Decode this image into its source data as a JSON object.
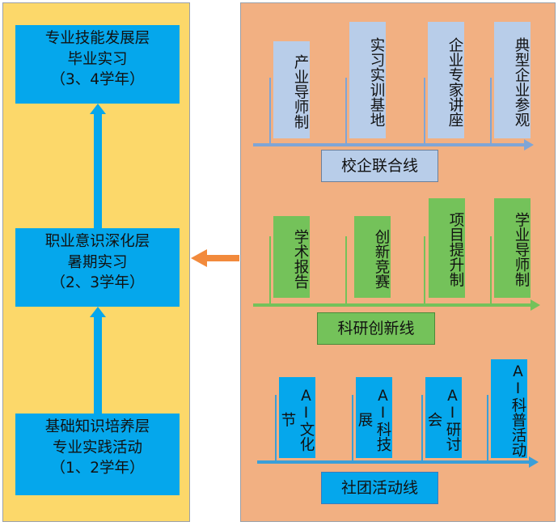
{
  "stages": [
    {
      "lines": [
        "专业技能发展层",
        "毕业实习",
        "（3、4学年）"
      ]
    },
    {
      "lines": [
        "职业意识深化层",
        "暑期实习",
        "（2、3学年）"
      ]
    },
    {
      "lines": [
        "基础知识培养层",
        "专业实践活动",
        "（1、2学年）"
      ]
    }
  ],
  "tracks": [
    {
      "label": "校企联合线",
      "items": [
        "产业导师制",
        "实习实训基地",
        "企业专家讲座",
        "典型企业参观"
      ],
      "color": "#b8cde9"
    },
    {
      "label": "科研创新线",
      "items": [
        "学术报告",
        "创新竞赛",
        "项目提升制",
        "学业导师制"
      ],
      "color": "#74c25a"
    },
    {
      "label": "社团活动线",
      "items": [
        "AI文化节",
        "AI科技展",
        "AI研讨会",
        "AI科普活动"
      ],
      "color": "#05a7ec"
    }
  ],
  "colors": {
    "left_bg": "#fcd86a",
    "right_bg": "#f2b082",
    "arrow": "#f28a3c"
  }
}
